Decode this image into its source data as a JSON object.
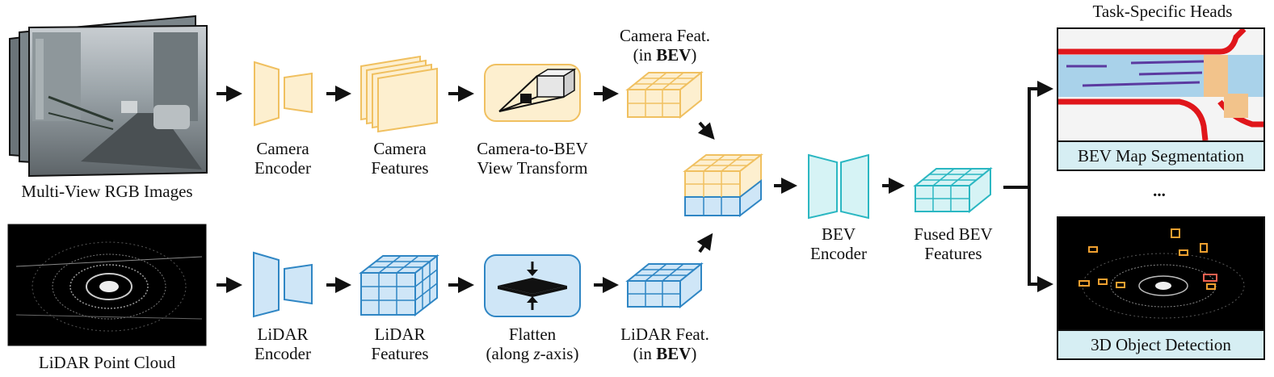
{
  "inputs": {
    "camera_images_label": "Multi-View RGB Images",
    "lidar_cloud_label": "LiDAR Point Cloud"
  },
  "camera_branch": {
    "encoder": [
      "Camera",
      "Encoder"
    ],
    "features": [
      "Camera",
      "Features"
    ],
    "transform": [
      "Camera-to-BEV",
      "View Transform"
    ],
    "bev_feat": [
      "Camera Feat.",
      "(in ",
      "BEV",
      ")"
    ]
  },
  "lidar_branch": {
    "encoder": [
      "LiDAR",
      "Encoder"
    ],
    "features": [
      "LiDAR",
      "Features"
    ],
    "flatten": [
      "Flatten",
      "(along ",
      "z",
      "-axis)"
    ],
    "bev_feat": [
      "LiDAR Feat.",
      "(in ",
      "BEV",
      ")"
    ]
  },
  "fusion": {
    "bev_encoder": [
      "BEV",
      "Encoder"
    ],
    "fused": [
      "Fused BEV",
      "Features"
    ]
  },
  "heads": {
    "title": "Task-Specific Heads",
    "map_seg": "BEV Map Segmentation",
    "ellipsis": "...",
    "detection": "3D Object Detection"
  },
  "colors": {
    "camera_fill": "#fdefcf",
    "camera_stroke": "#f0c060",
    "lidar_fill": "#cfe6f7",
    "lidar_stroke": "#2f86c4",
    "fused_fill": "#d6f3f5",
    "fused_stroke": "#2bb7c2",
    "caption_bg": "#d6eef3"
  }
}
